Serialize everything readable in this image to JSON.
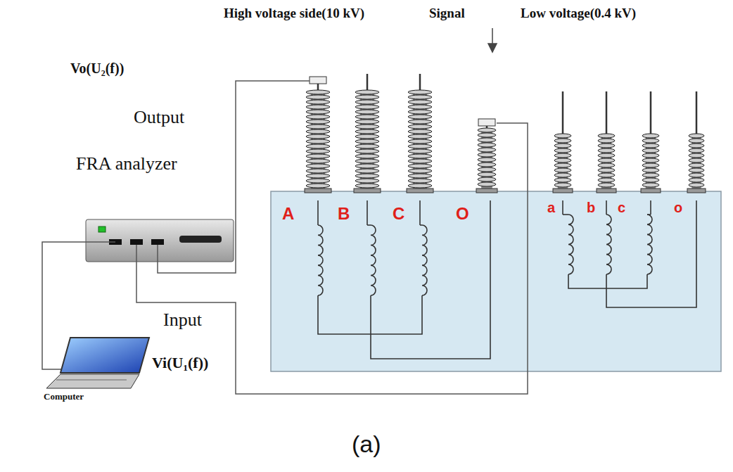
{
  "diagram": {
    "caption": "(a)",
    "labels": [
      "High voltage side(10 kV)",
      "Signal",
      "Low voltage(0.4 kV)",
      "Vo(U₂(f))",
      "Output",
      "FRA analyzer",
      "Input",
      "Vi(U₁(f))",
      "Computer",
      "A",
      "B",
      "C",
      "O",
      "a",
      "b",
      "c",
      "o"
    ]
  }
}
